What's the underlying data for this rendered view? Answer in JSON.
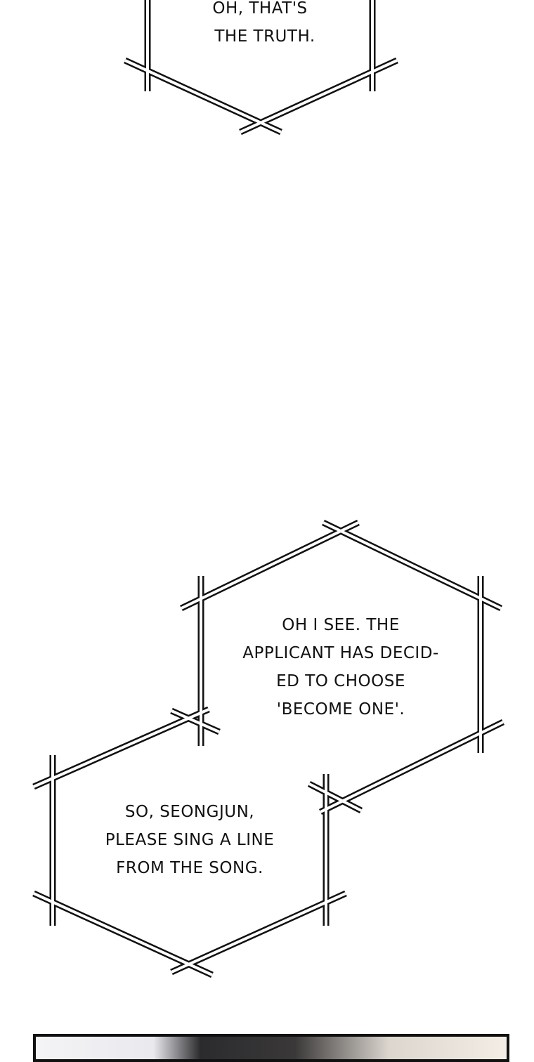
{
  "bubbles": [
    {
      "id": "bubble-1",
      "lines": [
        "OH, THAT'S",
        "THE TRUTH."
      ]
    },
    {
      "id": "bubble-2",
      "lines": [
        "OH I SEE. THE",
        "APPLICANT HAS DECID-",
        "ED TO CHOOSE",
        "'BECOME ONE'."
      ]
    },
    {
      "id": "bubble-3",
      "lines": [
        "SO, SEONGJUN,",
        "PLEASE SING A LINE",
        "FROM THE SONG."
      ]
    }
  ],
  "colors": {
    "background": "#ffffff",
    "stroke": "#111111",
    "text": "#111111"
  }
}
